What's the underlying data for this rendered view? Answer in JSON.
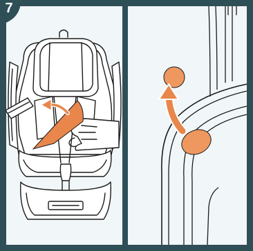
{
  "step": {
    "number": "7"
  },
  "colors": {
    "frame": "#2f4f57",
    "panel_bg": "#f1f6f9",
    "accent": "#e8864b",
    "accent_light": "#ee9860",
    "ink": "#1b1b1b",
    "paper": "#ffffff"
  },
  "panels": {
    "left": {
      "illustration": "car-seat-side-adjust-illustration"
    },
    "right": {
      "illustration": "button-press-detail-illustration"
    }
  }
}
